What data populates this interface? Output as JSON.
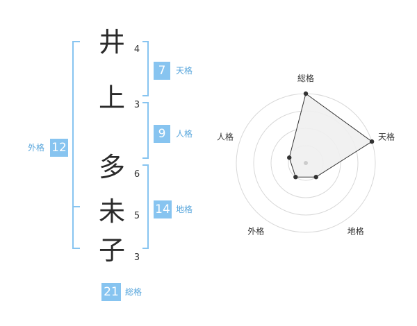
{
  "name": {
    "chars": [
      "井",
      "上",
      "多",
      "未",
      "子"
    ],
    "strokes": [
      "4",
      "3",
      "6",
      "5",
      "3"
    ]
  },
  "fortunes": {
    "tenkaku": {
      "value": "7",
      "label": "天格"
    },
    "jinkaku": {
      "value": "9",
      "label": "人格"
    },
    "chikaku": {
      "value": "14",
      "label": "地格"
    },
    "gaikaku": {
      "value": "12",
      "label": "外格"
    },
    "soukaku": {
      "value": "21",
      "label": "総格"
    }
  },
  "radar": {
    "axes": [
      "総格",
      "天格",
      "地格",
      "外格",
      "人格"
    ],
    "rings": 4,
    "scores": [
      4,
      4,
      1,
      1,
      1
    ],
    "max": 4,
    "fill": "#f0f0f0",
    "line": "#333333",
    "point": "#333333"
  },
  "colors": {
    "accent": "#87c4f0",
    "accent_text": "#58a6dc"
  }
}
